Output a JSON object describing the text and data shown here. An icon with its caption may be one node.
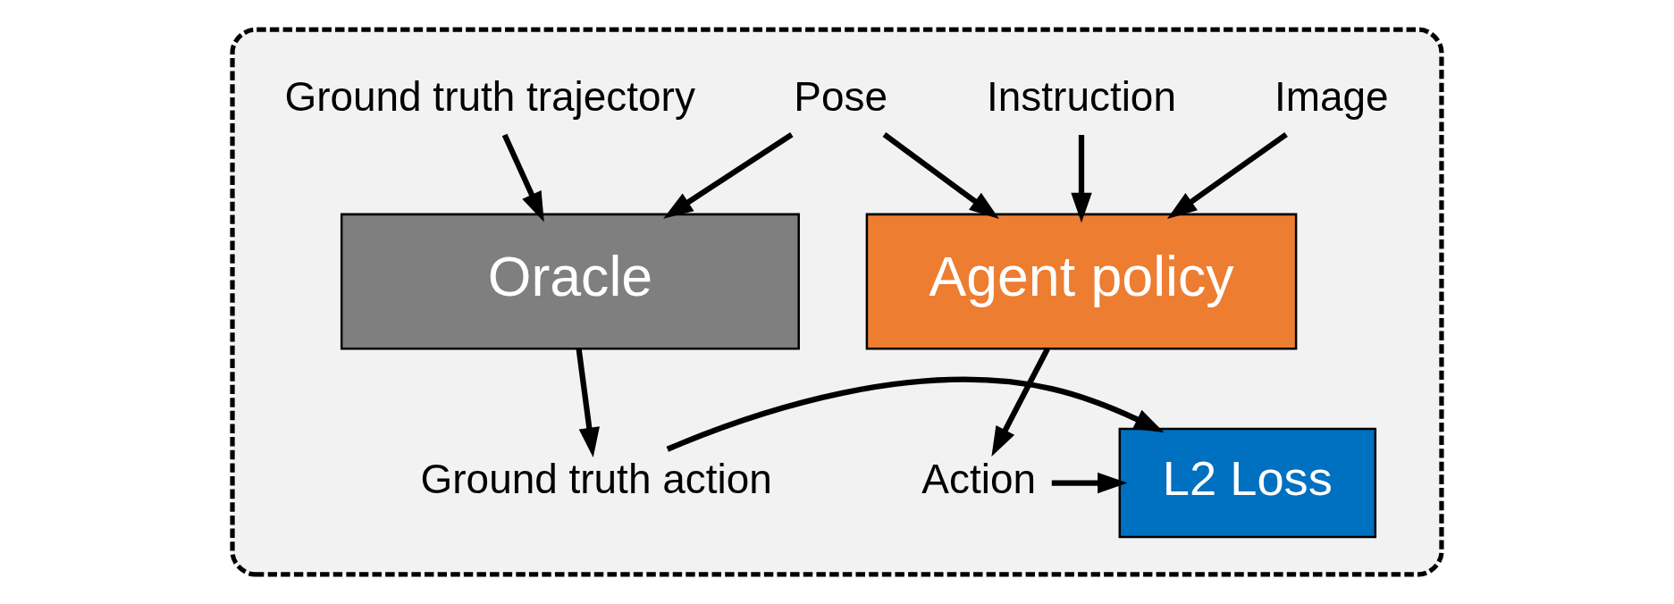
{
  "diagram": {
    "nodes": [
      {
        "text": [],
        "shape": "box"
      },
      {
        "text": [
          "Image"
        ],
        "in": 0
      },
      {
        "text": [
          "Instruction"
        ],
        "in": 0
      },
      {
        "text": [
          "Pose"
        ],
        "in": 0
      },
      {
        "text": [
          "Ground truth trajectory"
        ],
        "in": 0
      },
      {
        "text": [
          "Agent policy"
        ],
        "in": 0
      },
      {
        "text": [
          "Oracle"
        ],
        "in": 0
      },
      {
        "text": [
          "Action"
        ],
        "in": 0
      },
      {
        "text": [
          "L2 Loss"
        ],
        "in": 0
      },
      {
        "text": [
          "Ground truth action"
        ],
        "in": 0
      }
    ],
    "edges": [
      {
        "from": 1,
        "to": 5,
        "arrow": "to"
      },
      {
        "from": 2,
        "to": 5,
        "arrow": "to"
      },
      {
        "from": 3,
        "to": 5,
        "arrow": "to"
      },
      {
        "from": 3,
        "to": 6,
        "arrow": "to"
      },
      {
        "from": 4,
        "to": 6,
        "arrow": "to"
      },
      {
        "from": 5,
        "to": 7,
        "arrow": "to"
      },
      {
        "from": 6,
        "to": 9,
        "arrow": "to"
      },
      {
        "from": 7,
        "to": 8,
        "arrow": "to"
      },
      {
        "from": 9,
        "to": 8,
        "arrow": "to"
      }
    ]
  }
}
